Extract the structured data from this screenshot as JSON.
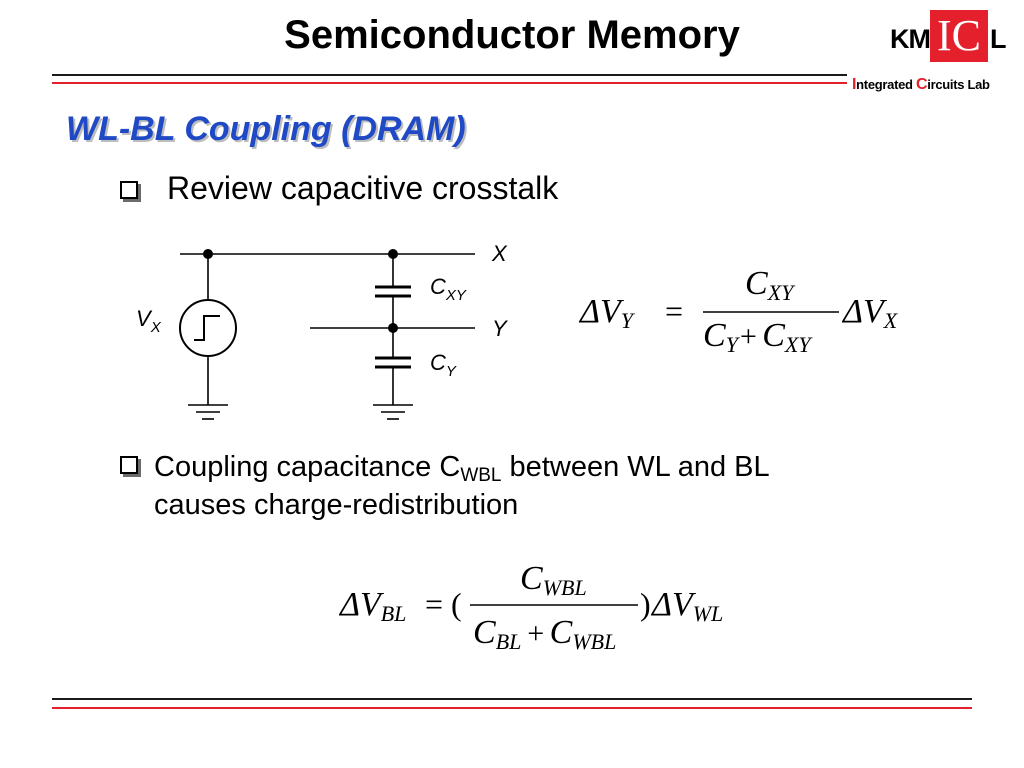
{
  "header": {
    "title": "Semiconductor Memory",
    "logo_km": "KM",
    "logo_ic": "IC",
    "logo_l": "L",
    "lab_i": "I",
    "lab_text1": "ntegrated ",
    "lab_c": "C",
    "lab_text2": "ircuits Lab"
  },
  "colors": {
    "accent_red": "#e3202c",
    "heading_blue": "#1f49c5"
  },
  "section_title": "WL-BL Coupling (DRAM)",
  "bullet1": "Review capacitive crosstalk",
  "circuit": {
    "node_x": "X",
    "node_y": "Y",
    "source_label": "V",
    "source_sub": "X",
    "cap_xy": "C",
    "cap_xy_sub": "XY",
    "cap_y": "C",
    "cap_y_sub": "Y"
  },
  "equation1": {
    "lhs": "ΔV",
    "lhs_sub": "Y",
    "equals": "=",
    "num": "C",
    "num_sub": "XY",
    "den_a": "C",
    "den_a_sub": "Y",
    "plus": "+",
    "den_b": "C",
    "den_b_sub": "XY",
    "rhs": "ΔV",
    "rhs_sub": "X"
  },
  "bullet2": {
    "line1_pre": "Coupling capacitance C",
    "line1_sub": "WBL",
    "line1_post": " between WL and BL",
    "line2": "causes charge-redistribution"
  },
  "equation2": {
    "lhs": "ΔV",
    "lhs_sub": "BL",
    "equals_paren": "= (",
    "num": "C",
    "num_sub": "WBL",
    "den_a": "C",
    "den_a_sub": "BL",
    "plus": "+",
    "den_b": "C",
    "den_b_sub": "WBL",
    "close_paren": ")",
    "rhs": "ΔV",
    "rhs_sub": "WL"
  }
}
